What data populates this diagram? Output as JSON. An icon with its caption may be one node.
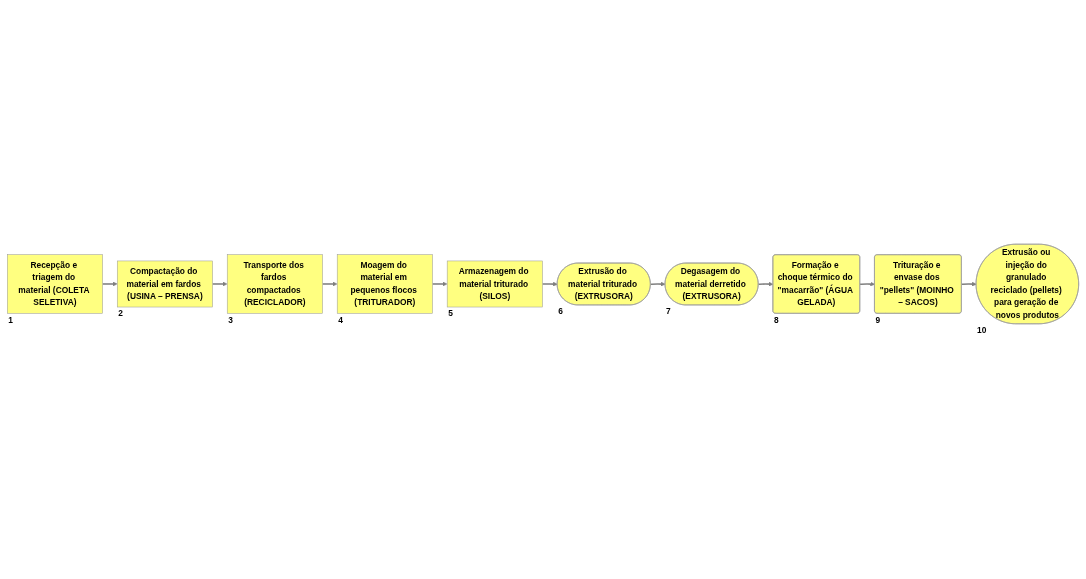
{
  "diagram": {
    "nodes": [
      {
        "text": [
          "Recepção e triagem do material (COLETA SELETIVA)"
        ],
        "beside": [
          "1"
        ]
      },
      {
        "text": [
          "Compactação do material em fardos (USINA – PRENSA)"
        ],
        "beside": [
          "2"
        ]
      },
      {
        "text": [
          "Transporte dos fardos compactados (RECICLADOR)"
        ],
        "beside": [
          "3"
        ]
      },
      {
        "text": [
          "Moagem do material em pequenos flocos (TRITURADOR)"
        ],
        "beside": [
          "4"
        ]
      },
      {
        "text": [
          "Armazenagem do material triturado (SILOS)"
        ],
        "beside": [
          "5"
        ]
      },
      {
        "text": [
          "Extrusão do material triturado (EXTRUSORA)"
        ],
        "beside": [
          "6"
        ]
      },
      {
        "text": [
          "Degasagem do material derretido (EXTRUSORA)"
        ],
        "beside": [
          "7"
        ]
      },
      {
        "text": [
          "Formação e choque térmico do \"macarrão\" (ÁGUA GELADA)"
        ],
        "beside": [
          "8"
        ]
      },
      {
        "text": [
          "Trituração e envase dos \"pellets\" (MOINHO – SACOS)"
        ],
        "beside": [
          "9"
        ]
      },
      {
        "text": [
          "Extrusão ou injeção do granulado reciclado (pellets) para geração de novos produtos"
        ],
        "beside": [
          "10"
        ]
      }
    ],
    "edges": [
      {
        "from": 0,
        "to": 1,
        "arrow": "to"
      },
      {
        "from": 1,
        "to": 2,
        "arrow": "to"
      },
      {
        "from": 2,
        "to": 3,
        "arrow": "to"
      },
      {
        "from": 3,
        "to": 4,
        "arrow": "to"
      },
      {
        "from": 4,
        "to": 5,
        "arrow": "to"
      },
      {
        "from": 5,
        "to": 6,
        "arrow": "to"
      },
      {
        "from": 6,
        "to": 7,
        "arrow": "to"
      },
      {
        "from": 7,
        "to": 8,
        "arrow": "to"
      },
      {
        "from": 8,
        "to": 9,
        "arrow": "to"
      }
    ]
  }
}
